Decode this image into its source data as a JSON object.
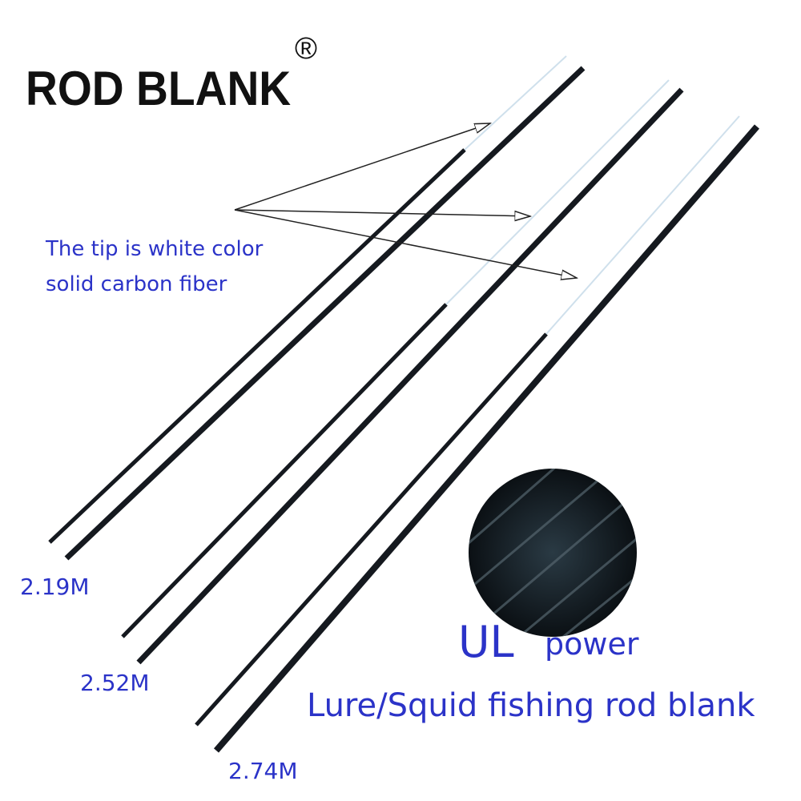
{
  "brand": {
    "title": "ROD BLANK",
    "registered_mark": "®"
  },
  "annotation": {
    "line1": "The tip is white color",
    "line2": "solid carbon fiber"
  },
  "lengths": [
    "2.19M",
    "2.52M",
    "2.74M"
  ],
  "power": {
    "grade": "UL",
    "label": "power"
  },
  "description": "Lure/Squid fishing rod blank",
  "colors": {
    "text_blue": "#2b33c8",
    "rod": "#15191f",
    "tip": "#cfe0ec"
  }
}
